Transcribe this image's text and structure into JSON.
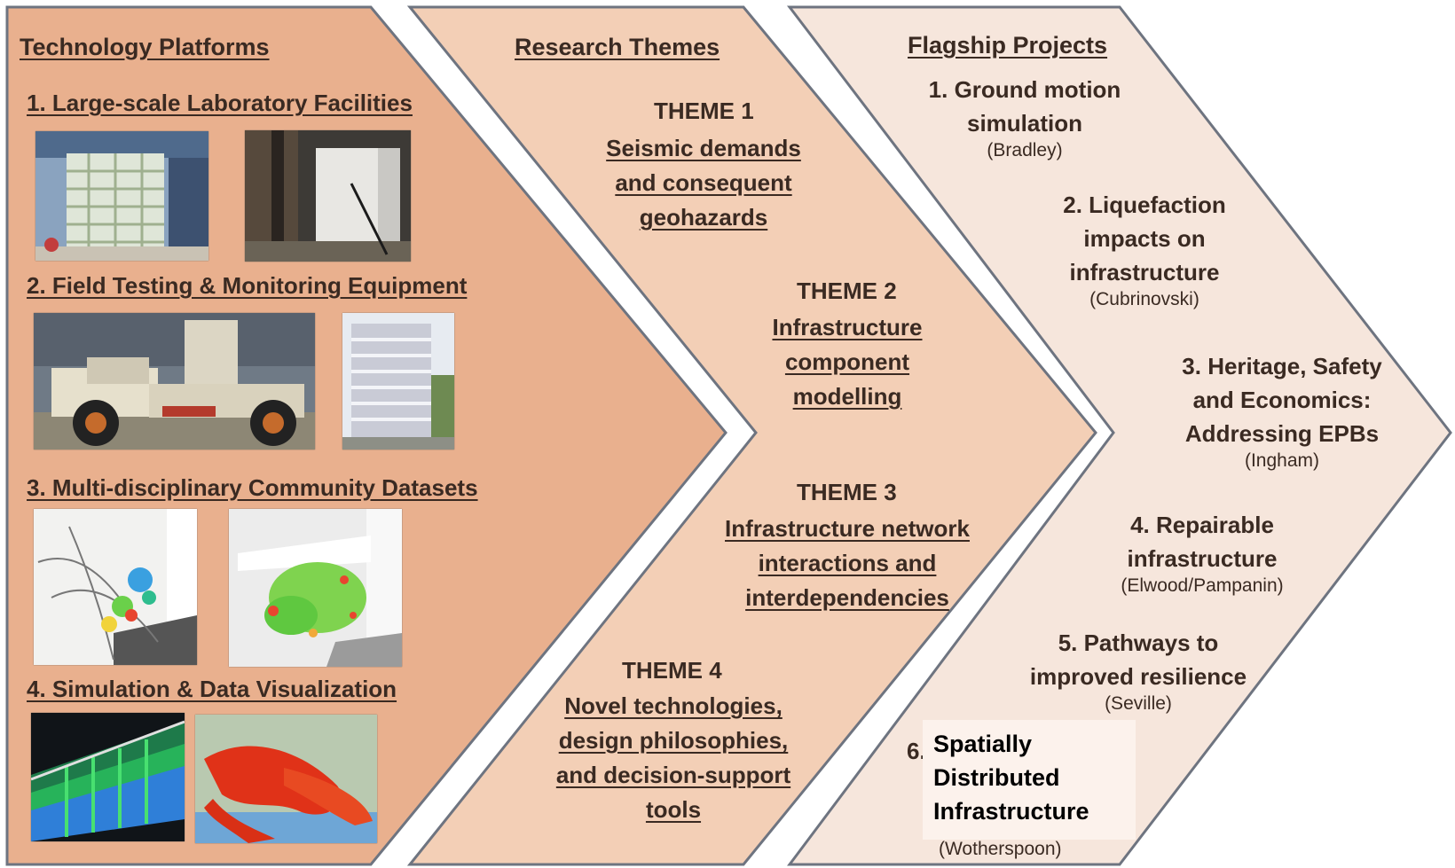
{
  "columns": {
    "technology_platforms": {
      "heading": "Technology Platforms",
      "platforms": [
        {
          "label": "1. Large-scale Laboratory Facilities"
        },
        {
          "label": "2. Field Testing & Monitoring Equipment"
        },
        {
          "label": "3. Multi-disciplinary Community Datasets"
        },
        {
          "label": "4. Simulation & Data Visualization"
        }
      ]
    },
    "research_themes": {
      "heading": "Research Themes",
      "themes": [
        {
          "number": "THEME 1",
          "title": [
            "Seismic demands",
            "and consequent",
            "geohazards"
          ]
        },
        {
          "number": "THEME 2",
          "title": [
            "Infrastructure",
            "component",
            "modelling"
          ]
        },
        {
          "number": "THEME 3",
          "title": [
            "Infrastructure network",
            "interactions and",
            "interdependencies"
          ]
        },
        {
          "number": "THEME 4",
          "title": [
            "Novel technologies,",
            "design philosophies,",
            "and decision-support",
            "tools"
          ]
        }
      ]
    },
    "flagship_projects": {
      "heading": "Flagship Projects",
      "projects": [
        {
          "title": [
            "1. Ground motion",
            "simulation"
          ],
          "lead": "(Bradley)"
        },
        {
          "title": [
            "2. Liquefaction",
            "impacts on",
            "infrastructure"
          ],
          "lead": "(Cubrinovski)"
        },
        {
          "title": [
            "3. Heritage, Safety",
            "and Economics:",
            "Addressing EPBs"
          ],
          "lead": "(Ingham)"
        },
        {
          "title": [
            "4. Repairable",
            "infrastructure"
          ],
          "lead": "(Elwood/Pampanin)"
        },
        {
          "title": [
            "5. Pathways to",
            "improved resilience"
          ],
          "lead": "(Seville)"
        },
        {
          "title": [
            "6."
          ],
          "lead": "(Wotherspoon)"
        }
      ],
      "project_6_overlay": [
        "Spatially",
        "Distributed",
        "Infrastructure"
      ]
    }
  },
  "colors": {
    "platforms_fill": "#e9b08e",
    "themes_fill": "#f3cfb6",
    "projects_fill": "#f6e6dc",
    "chevron_stroke": "#6e7480",
    "text": "#3a2a22"
  },
  "photos": [
    {
      "name": "lab-structure-photo"
    },
    {
      "name": "shake-wall-photo"
    },
    {
      "name": "vibroseis-truck-photo"
    },
    {
      "name": "building-test-photo"
    },
    {
      "name": "liquefaction-map-photo"
    },
    {
      "name": "damage-map-photo"
    },
    {
      "name": "ground-visualization-photo"
    },
    {
      "name": "hazard-map-photo"
    }
  ]
}
